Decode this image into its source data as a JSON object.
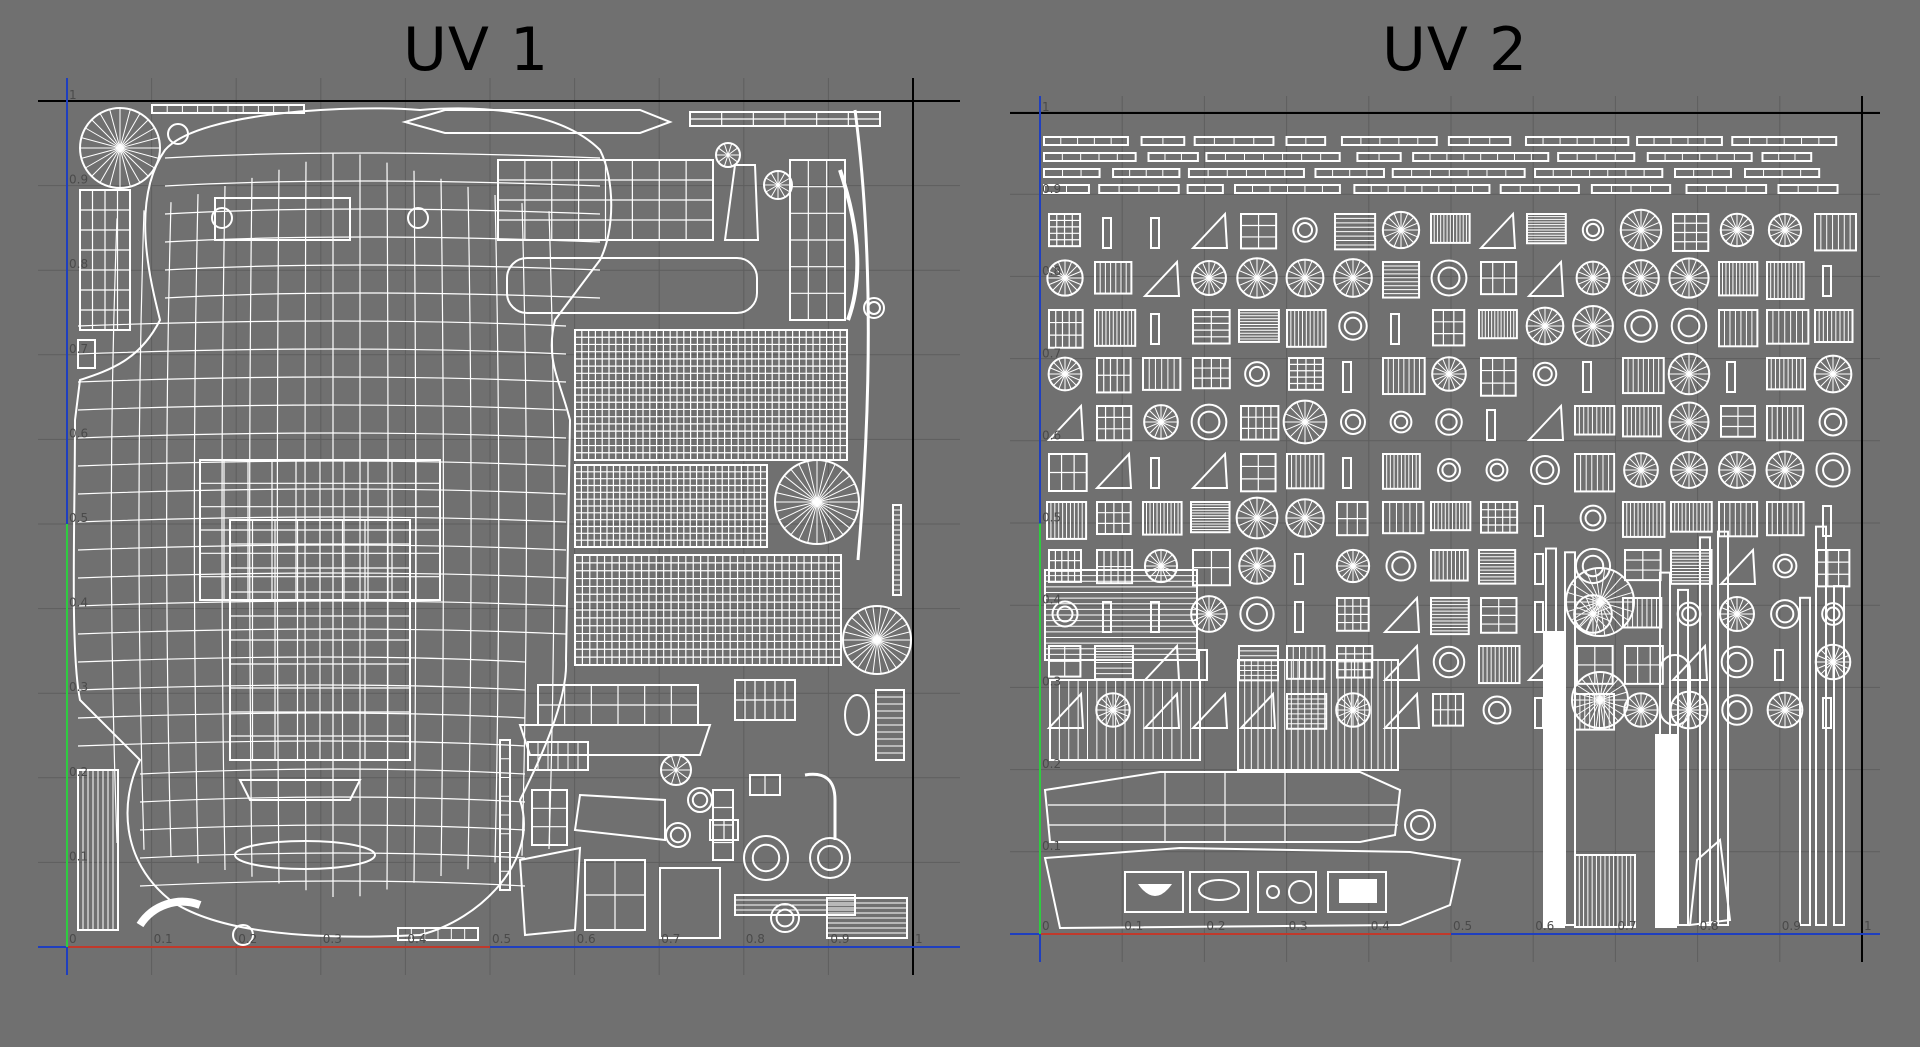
{
  "page": {
    "background_color": "#707070"
  },
  "panels": [
    {
      "id": "uv1",
      "title": "UV 1",
      "u_ticks": [
        "0",
        "0.1",
        "0.2",
        "0.3",
        "0.4",
        "0.5",
        "0.6",
        "0.7",
        "0.8",
        "0.9",
        "1"
      ],
      "v_ticks": [
        "0",
        "0.1",
        "0.2",
        "0.3",
        "0.4",
        "0.5",
        "0.6",
        "0.7",
        "0.8",
        "0.9",
        "1"
      ],
      "highlight_range": [
        0,
        0.5
      ]
    },
    {
      "id": "uv2",
      "title": "UV 2",
      "u_ticks": [
        "0",
        "0.1",
        "0.2",
        "0.3",
        "0.4",
        "0.5",
        "0.6",
        "0.7",
        "0.8",
        "0.9",
        "1"
      ],
      "v_ticks": [
        "0",
        "0.1",
        "0.2",
        "0.3",
        "0.4",
        "0.5",
        "0.6",
        "0.7",
        "0.8",
        "0.9",
        "1"
      ],
      "highlight_range": [
        0,
        0.5
      ]
    }
  ],
  "colors": {
    "u_axis_active": "#c0392b",
    "v_axis_active": "#2ecc40",
    "axis_inactive": "#1f3fbf",
    "boundary": "#000000",
    "grid": "#5e5e5e",
    "wireframe": "#ffffff",
    "tick_label": "#4a4a4a"
  }
}
